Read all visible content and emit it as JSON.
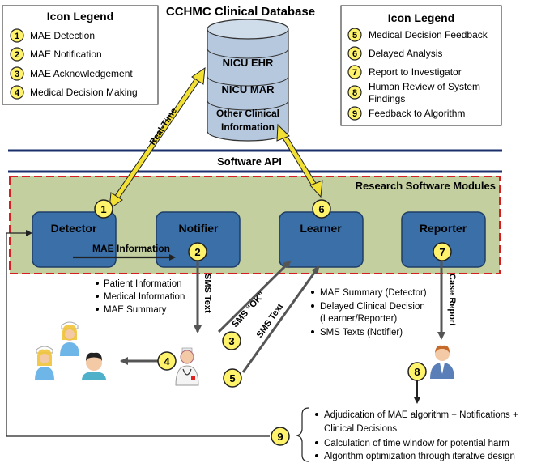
{
  "title": "CCHMC Clinical Database",
  "database": {
    "sections": [
      "NICU EHR",
      "NICU MAR",
      "Other Clinical",
      "Information"
    ]
  },
  "legend_left": {
    "title": "Icon Legend",
    "items": [
      {
        "num": "1",
        "label": "MAE Detection"
      },
      {
        "num": "2",
        "label": "MAE Notification"
      },
      {
        "num": "3",
        "label": "MAE Acknowledgement"
      },
      {
        "num": "4",
        "label": "Medical Decision Making"
      }
    ]
  },
  "legend_right": {
    "title": "Icon Legend",
    "items": [
      {
        "num": "5",
        "label": "Medical Decision Feedback"
      },
      {
        "num": "6",
        "label": "Delayed Analysis"
      },
      {
        "num": "7",
        "label": "Report to Investigator"
      },
      {
        "num": "8",
        "label": "Human Review of System",
        "label2": "Findings"
      },
      {
        "num": "9",
        "label": "Feedback to Algorithm"
      }
    ]
  },
  "api_label": "Software API",
  "modules_label": "Research Software Modules",
  "modules": {
    "detector": "Detector",
    "notifier": "Notifier",
    "learner": "Learner",
    "reporter": "Reporter"
  },
  "arrows": {
    "realtime": "Real-Time",
    "mae_information": "MAE Information",
    "sms_text": "SMS Text",
    "sms_ok": "SMS “OK”",
    "sms_text2": "SMS Text",
    "case_report": "Case Report"
  },
  "notifier_bullets": [
    "Patient Information",
    "Medical Information",
    "MAE Summary"
  ],
  "learner_bullets": [
    "MAE Summary (Detector)",
    "Delayed Clinical Decision",
    "(Learner/Reporter)",
    "SMS Texts (Notifier)"
  ],
  "review_bullets": [
    "Adjudication of MAE algorithm + Notifications +",
    "Clinical Decisions",
    "Calculation of time window for potential harm",
    "Algorithm optimization through iterative design"
  ],
  "badges": {
    "b1": "1",
    "b2": "2",
    "b3": "3",
    "b4": "4",
    "b5": "5",
    "b6": "6",
    "b7": "7",
    "b8": "8",
    "b9": "9"
  },
  "colors": {
    "module_box": "#3a6fa8",
    "module_bg": "#c3cf9e",
    "module_border": "#d42020",
    "api_line": "#1a2f6b",
    "badge_fill": "#fff36b",
    "database": "#b5c8de",
    "bidir_arrow": "#f2e035"
  }
}
